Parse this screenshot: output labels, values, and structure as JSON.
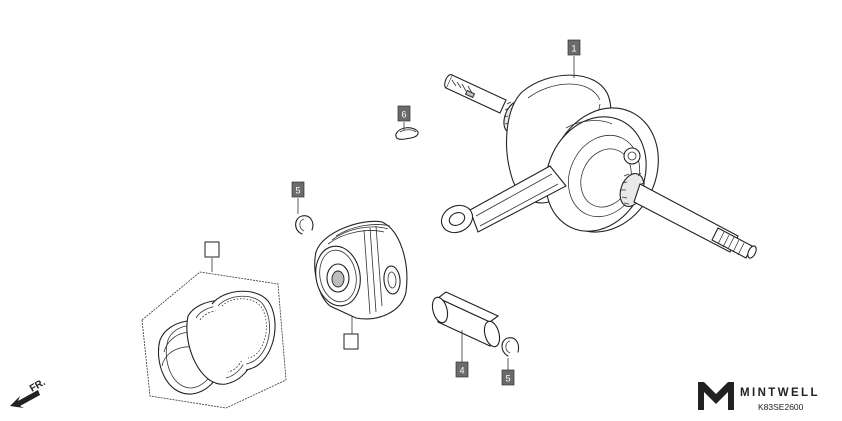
{
  "callouts": {
    "crankshaft": "1",
    "piston_pin": "4",
    "pin_clip_upper": "5",
    "pin_clip_lower": "5",
    "woodruff_key": "6"
  },
  "direction_label": "FR.",
  "brand": {
    "name": "MINTWELL",
    "tagline": "",
    "code": "K83SE2600"
  }
}
